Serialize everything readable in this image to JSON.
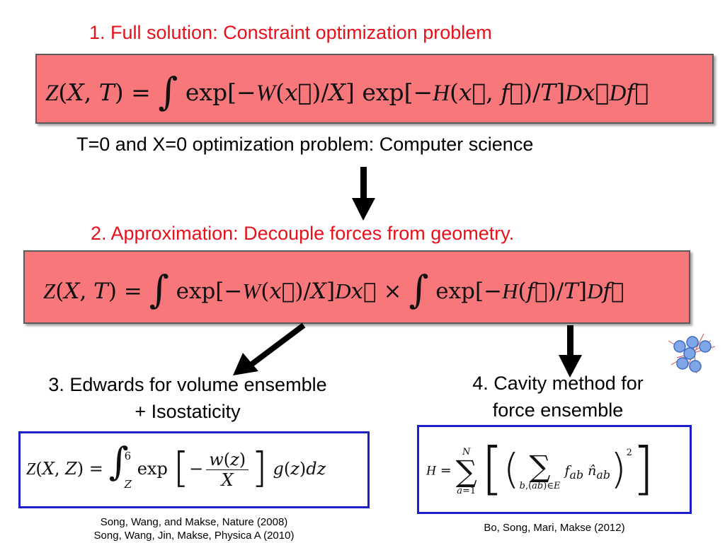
{
  "step1": {
    "title": "1. Full solution: Constraint optimization problem",
    "subtitle": "T=0 and X=0 optimization problem: Computer science"
  },
  "step2": {
    "title": "2. Approximation: Decouple forces from geometry."
  },
  "step3": {
    "title_line1": "3. Edwards for volume ensemble",
    "title_line2": "+ Isostaticity",
    "ref_line1": "Song, Wang, and Makse, Nature (2008)",
    "ref_line2": "Song, Wang, Jin, Makse, Physica A (2010)"
  },
  "step4": {
    "title_line1": "4. Cavity method for",
    "title_line2": "force ensemble",
    "ref": "Bo, Song, Mari, Makse (2012)"
  },
  "colors": {
    "title_red": "#e8111b",
    "box_pink": "#f7777b",
    "box_blue_border": "#1f1fc9",
    "arrow": "#000000",
    "particle_blue": "#7fa6e6"
  },
  "icons": [
    "arrow-down",
    "arrow-down-left",
    "arrow-down",
    "particle-cluster-icon"
  ]
}
